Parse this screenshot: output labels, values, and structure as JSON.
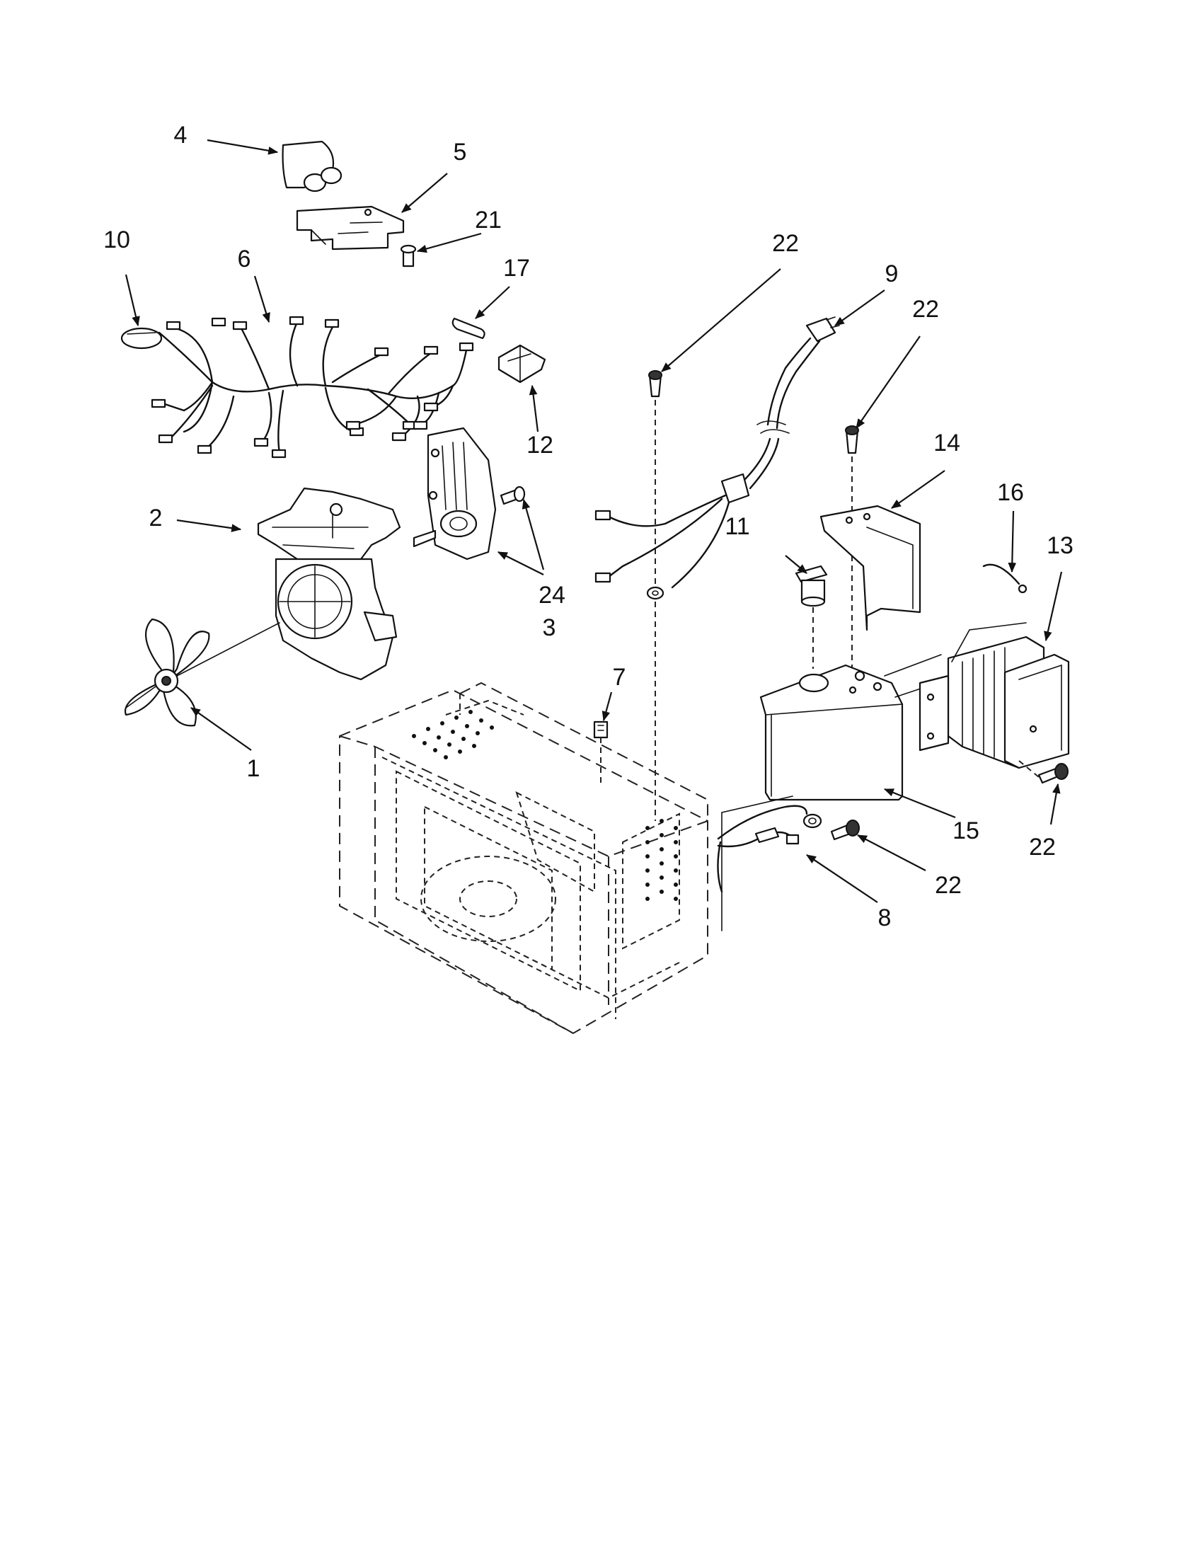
{
  "callouts": {
    "c1": "1",
    "c2": "2",
    "c3": "3",
    "c4": "4",
    "c5": "5",
    "c6": "6",
    "c7": "7",
    "c8": "8",
    "c9": "9",
    "c10": "10",
    "c11": "11",
    "c12": "12",
    "c13": "13",
    "c14": "14",
    "c15": "15",
    "c16": "16",
    "c17": "17",
    "c21": "21",
    "c22a": "22",
    "c22b": "22",
    "c22c": "22",
    "c22d": "22",
    "c24": "24"
  },
  "colors": {
    "line": "#111111",
    "background": "#ffffff"
  }
}
